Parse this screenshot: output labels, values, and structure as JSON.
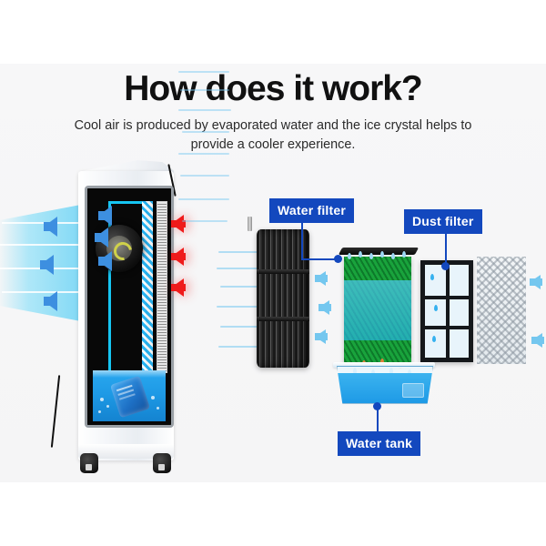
{
  "page": {
    "title": "How does it work?",
    "subtitle": "Cool air is produced by evaporated water and the ice crystal helps to provide a cooler experience.",
    "background_color": "#ffffff",
    "band_color": "#f6f6f7"
  },
  "callouts": [
    {
      "id": "water-filter",
      "label": "Water filter",
      "color": "#1348be"
    },
    {
      "id": "dust-filter",
      "label": "Dust filter",
      "color": "#1348be"
    },
    {
      "id": "water-tank",
      "label": "Water tank",
      "color": "#1348be"
    }
  ],
  "cooler": {
    "name": "portable evaporative air cooler cutaway",
    "cool_air_arrows": {
      "count": 3,
      "direction": "left",
      "color": "#3d8fe0",
      "meaning": "cool air out"
    },
    "warm_air_arrows": {
      "count": 3,
      "direction": "left",
      "color": "#ef1b1b",
      "meaning": "warm air in"
    },
    "parts": {
      "fan": "fan-motor",
      "wet_curtain": "cooling-pad",
      "grill": "rear-grill",
      "reservoir": "water-reservoir",
      "ice_pack": "ice-crystal-pack",
      "wheels": 2,
      "power_cord": "power-cord"
    }
  },
  "diagram": {
    "name": "exploded filter stack",
    "components": [
      {
        "id": "blower",
        "label": "blower-fan"
      },
      {
        "id": "water-filter",
        "label": "evaporative-honeycomb-filter",
        "color": "#19a33c"
      },
      {
        "id": "grid-panel",
        "label": "filter-frame-panel"
      },
      {
        "id": "dust-filter",
        "label": "dust-mesh-filter"
      },
      {
        "id": "water-tank",
        "label": "water-tank",
        "color": "#1e9ae6"
      }
    ],
    "airflow_color": "#74c7ef"
  }
}
